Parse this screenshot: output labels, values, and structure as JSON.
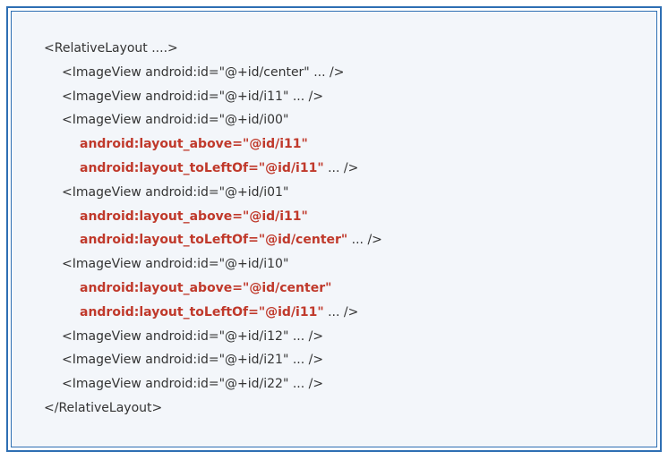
{
  "code": {
    "lines": [
      {
        "indent": 0,
        "text": "<RelativeLayout ....>",
        "highlight": "",
        "tail": ""
      },
      {
        "indent": 1,
        "text": "<ImageView android:id=\"@+id/center\" ... />",
        "highlight": "",
        "tail": ""
      },
      {
        "indent": 1,
        "text": "<ImageView android:id=\"@+id/i11\" ... />",
        "highlight": "",
        "tail": ""
      },
      {
        "indent": 1,
        "text": "<ImageView android:id=\"@+id/i00\"",
        "highlight": "",
        "tail": ""
      },
      {
        "indent": 2,
        "text": "",
        "highlight": "android:layout_above=\"@id/i11\"",
        "tail": ""
      },
      {
        "indent": 2,
        "text": "",
        "highlight": "android:layout_toLeftOf=\"@id/i11\"",
        "tail": " ... />"
      },
      {
        "indent": 1,
        "text": "<ImageView android:id=\"@+id/i01\"",
        "highlight": "",
        "tail": ""
      },
      {
        "indent": 2,
        "text": "",
        "highlight": "android:layout_above=\"@id/i11\"",
        "tail": ""
      },
      {
        "indent": 2,
        "text": "",
        "highlight": "android:layout_toLeftOf=\"@id/center\"",
        "tail": " ... />"
      },
      {
        "indent": 1,
        "text": "<ImageView android:id=\"@+id/i10\"",
        "highlight": "",
        "tail": ""
      },
      {
        "indent": 2,
        "text": "",
        "highlight": "android:layout_above=\"@id/center\"",
        "tail": ""
      },
      {
        "indent": 2,
        "text": "",
        "highlight": "android:layout_toLeftOf=\"@id/i11\"",
        "tail": " ... />"
      },
      {
        "indent": 1,
        "text": "<ImageView android:id=\"@+id/i12\" ... />",
        "highlight": "",
        "tail": ""
      },
      {
        "indent": 1,
        "text": "<ImageView android:id=\"@+id/i21\" ... />",
        "highlight": "",
        "tail": ""
      },
      {
        "indent": 1,
        "text": "<ImageView android:id=\"@+id/i22\" ... />",
        "highlight": "",
        "tail": ""
      },
      {
        "indent": 0,
        "text": "</RelativeLayout>",
        "highlight": "",
        "tail": ""
      }
    ]
  },
  "colors": {
    "border": "#2e6fb3",
    "background": "#f3f6fa",
    "text": "#333333",
    "highlight": "#c0392b"
  }
}
